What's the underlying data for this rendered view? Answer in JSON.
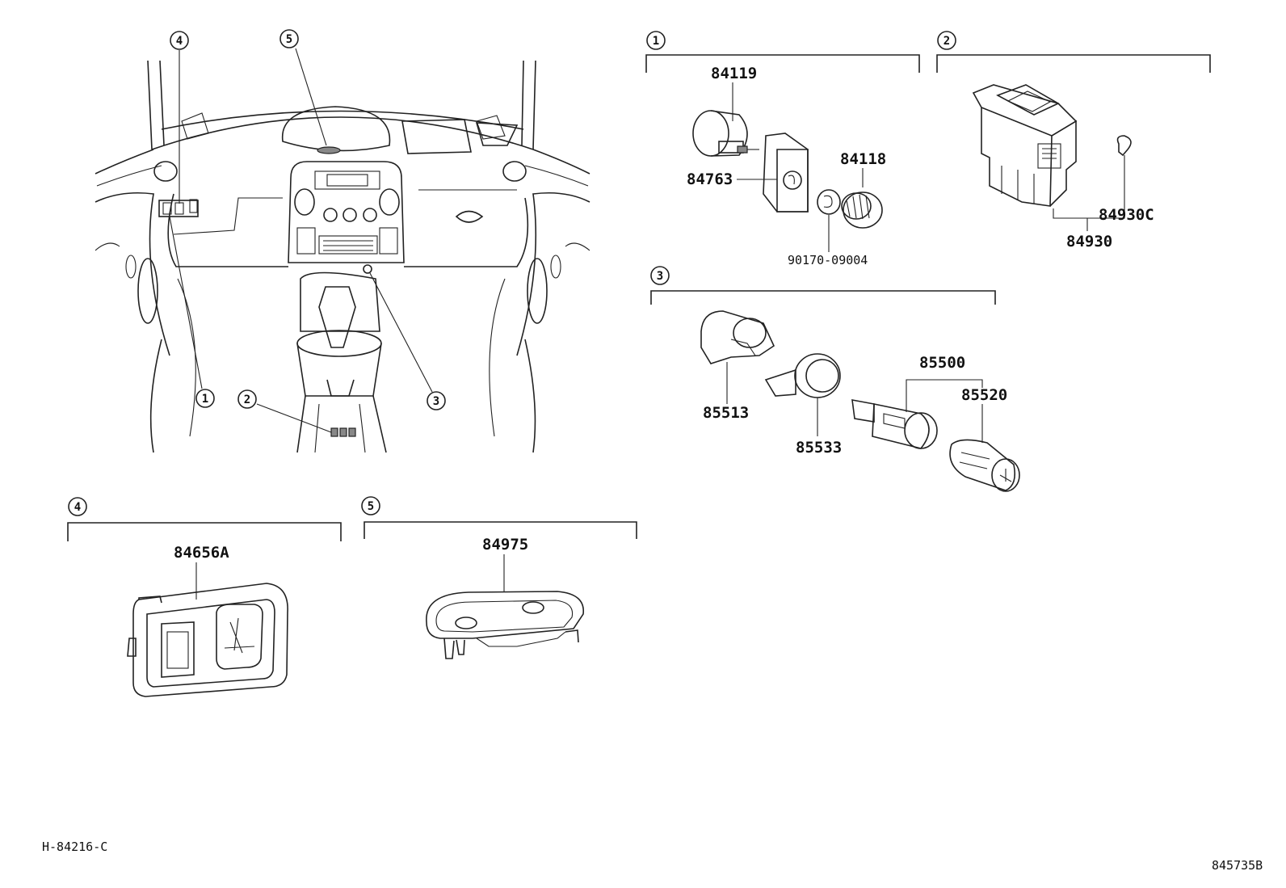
{
  "callouts": {
    "c1": "1",
    "c2": "2",
    "c3": "3",
    "c4": "4",
    "c5": "5"
  },
  "groups": {
    "g1": {
      "num": "1",
      "parts": [
        "84119",
        "84763",
        "84118",
        "90170-09004"
      ]
    },
    "g2": {
      "num": "2",
      "parts": [
        "84930C",
        "84930"
      ]
    },
    "g3": {
      "num": "3",
      "parts": [
        "85500",
        "85520",
        "85513",
        "85533"
      ]
    },
    "g4": {
      "num": "4",
      "parts": [
        "84656A"
      ]
    },
    "g5": {
      "num": "5",
      "parts": [
        "84975"
      ]
    }
  },
  "footer": {
    "diagram_code": "H-84216-C",
    "image_code": "845735B"
  }
}
